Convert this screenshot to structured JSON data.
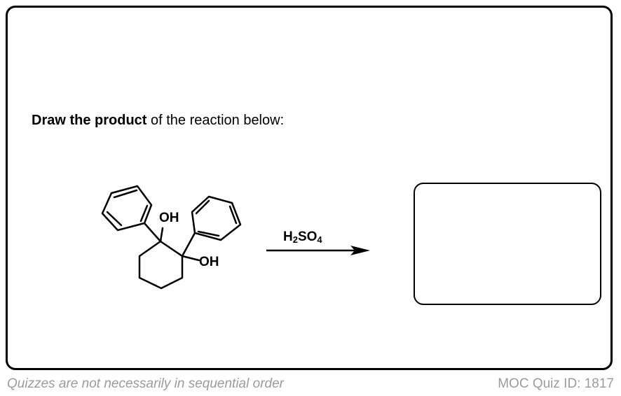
{
  "question": {
    "prompt_bold": "Draw the product",
    "prompt_rest": " of the reaction below:"
  },
  "reaction": {
    "reactant": {
      "label_oh_top": "OH",
      "label_oh_right": "OH"
    },
    "reagent": {
      "part1": "H",
      "sub1": "2",
      "part2": "SO",
      "sub2": "4"
    }
  },
  "footer": {
    "note": "Quizzes are not necessarily in sequential order",
    "quiz_id": "MOC Quiz ID: 1817"
  },
  "colors": {
    "border": "#000000",
    "footer_text": "#9b9b9b"
  }
}
